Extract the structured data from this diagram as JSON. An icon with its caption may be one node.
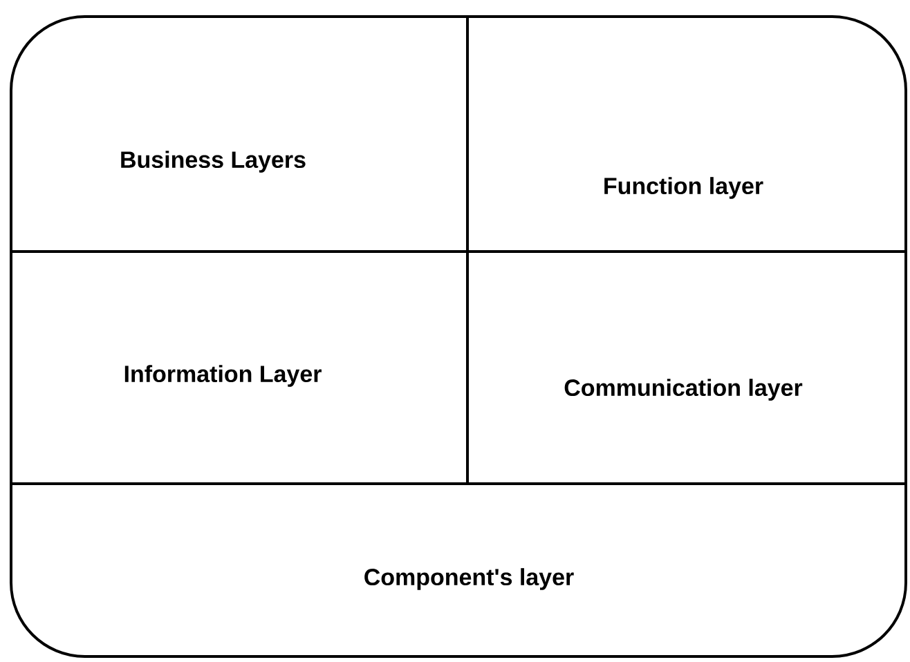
{
  "diagram": {
    "nodes": [
      {
        "text": [],
        "shape": "box"
      },
      {
        "text": [
          "Business Layers"
        ],
        "in": 0
      },
      {
        "text": [
          "Function layer"
        ],
        "in": 0
      },
      {
        "text": [
          "Information Layer"
        ],
        "in": 0
      },
      {
        "text": [
          "Communication layer"
        ],
        "in": 0
      },
      {
        "text": [
          "Component's layer"
        ],
        "in": 0
      }
    ]
  }
}
